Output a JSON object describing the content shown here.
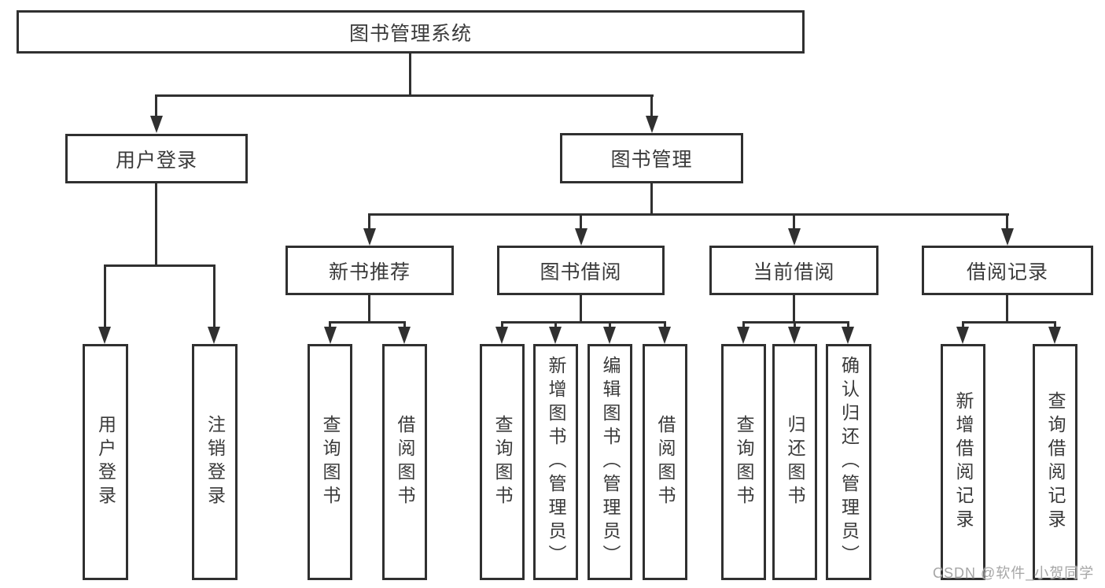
{
  "root": {
    "label": "图书管理系统"
  },
  "level1": {
    "user_login": {
      "label": "用户登录"
    },
    "book_mgmt": {
      "label": "图书管理"
    }
  },
  "level2": {
    "new_books": {
      "label": "新书推荐"
    },
    "book_borrow": {
      "label": "图书借阅"
    },
    "current_borrow": {
      "label": "当前借阅"
    },
    "borrow_records": {
      "label": "借阅记录"
    }
  },
  "leaves": {
    "user": [
      "用户登录",
      "注销登录"
    ],
    "new_books": [
      "查询图书",
      "借阅图书"
    ],
    "book_borrow": [
      "查询图书",
      "新增图书（管理员）",
      "编辑图书（管理员）",
      "借阅图书"
    ],
    "current_borrow": [
      "查询图书",
      "归还图书",
      "确认归还（管理员）"
    ],
    "borrow_records": [
      "新增借阅记录",
      "查询借阅记录"
    ]
  },
  "watermark": "CSDN @软件_小贺同学",
  "colors": {
    "line": "#303030",
    "text": "#3a3a3a",
    "watermark": "#a6a6a6",
    "background": "#ffffff"
  }
}
